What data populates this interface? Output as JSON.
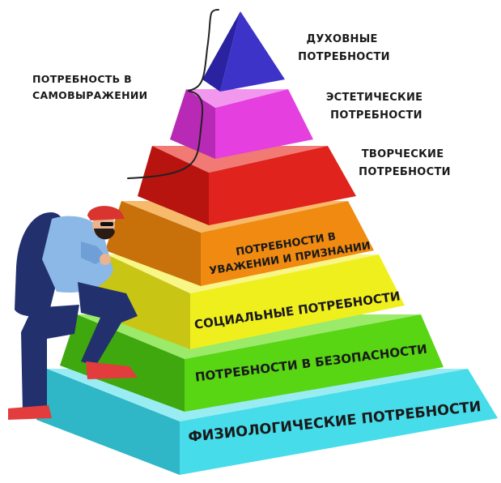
{
  "pyramid": {
    "levels": [
      {
        "id": "spiritual",
        "color": "#3d33c9"
      },
      {
        "id": "aesthetic",
        "color": "#e53fe0"
      },
      {
        "id": "creative",
        "color": "#e0231d"
      },
      {
        "id": "esteem",
        "color": "#f08a10",
        "label": [
          "ПОТРЕБНОСТИ В",
          "УВАЖЕНИИ И ПРИЗНАНИИ"
        ]
      },
      {
        "id": "social",
        "color": "#f0ef1e",
        "label": [
          "СОЦИАЛЬНЫЕ ПОТРЕБНОСТИ"
        ]
      },
      {
        "id": "safety",
        "color": "#58d513",
        "label": [
          "ПОТРЕБНОСТИ В БЕЗОПАСНОСТИ"
        ]
      },
      {
        "id": "physiological",
        "color": "#46dcea",
        "label": [
          "ФИЗИОЛОГИЧЕСКИЕ ПОТРЕБНОСТИ"
        ]
      }
    ]
  },
  "side_labels": {
    "spiritual": [
      "ДУХОВНЫЕ",
      "ПОТРЕБНОСТИ"
    ],
    "aesthetic": [
      "ЭСТЕТИЧЕСКИЕ",
      "ПОТРЕБНОСТИ"
    ],
    "creative": [
      "ТВОРЧЕСКИЕ",
      "ПОТРЕБНОСТИ"
    ]
  },
  "bracket_label": [
    "ПОТРЕБНОСТЬ В",
    "САМОВЫРАЖЕНИИ"
  ],
  "climber": {
    "icon": "hiker-climbing-icon"
  }
}
